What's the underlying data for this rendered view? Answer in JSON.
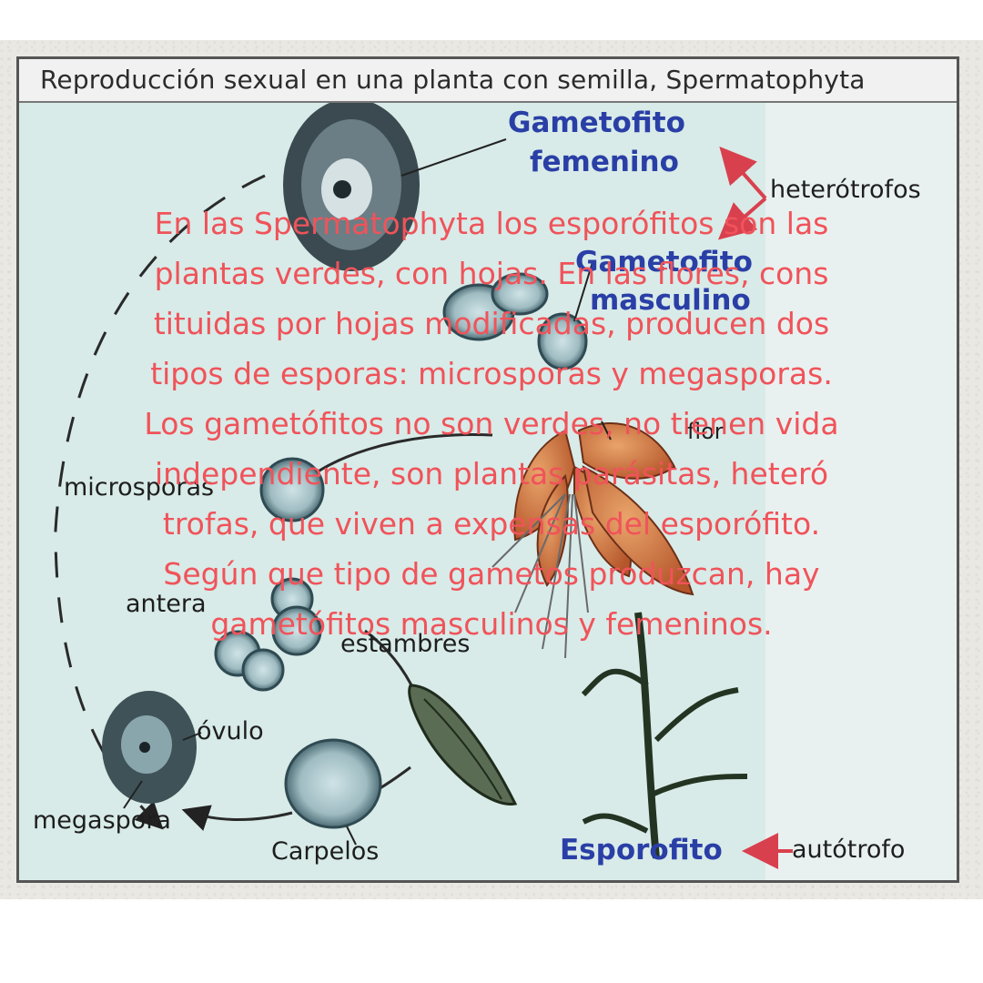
{
  "diagram": {
    "title": "Reproducción sexual en una planta con semilla, Spermatophyta",
    "labels": {
      "gametofito_femenino_line1": "Gametofito",
      "gametofito_femenino_line2": "femenino",
      "heterotrofos": "heterótrofos",
      "gametofito_masculino_line1": "Gametofito",
      "gametofito_masculino_line2": "masculino",
      "flor": "flor",
      "microsporas": "microsporas",
      "antera": "antera",
      "estambres": "estambres",
      "ovulo": "óvulo",
      "megaspora": "megaspora",
      "carpelos": "Carpelos",
      "esporofito": "Esporofito",
      "autotrofo": "autótrofo"
    },
    "colors": {
      "label_blue": "#2a3fa6",
      "overlay_text": "#f0535a",
      "background": "#d8ebe8"
    }
  },
  "overlay_text": {
    "lines": [
      "En las Spermatophyta los esporófitos son las",
      "plantas verdes, con hojas. En las flores, cons",
      "tituidas por hojas modificadas, producen dos",
      "tipos de esporas: microsporas y megasporas.",
      "Los gametófitos no son verdes, no tienen vida",
      "independiente, son plantas parásitas, heteró",
      "trofas, que viven a expensas del esporófito.",
      "Según que tipo de gametos produzcan, hay",
      "gametófitos masculinos y femeninos."
    ]
  }
}
